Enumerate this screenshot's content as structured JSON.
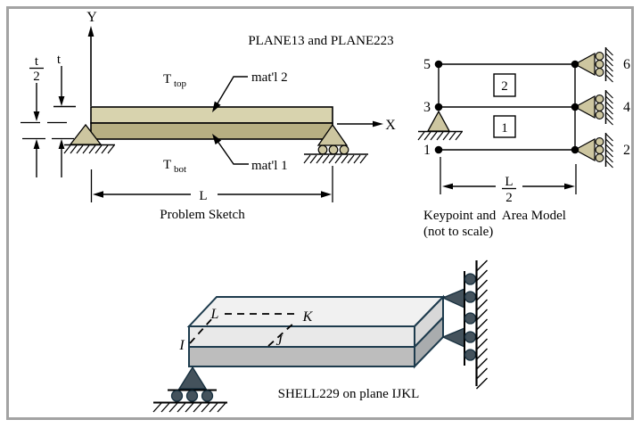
{
  "header": {
    "title": "PLANE13 and PLANE223"
  },
  "problem_sketch": {
    "caption": "Problem Sketch",
    "axis": {
      "x": "X",
      "y": "Y"
    },
    "thickness": {
      "t": "t",
      "half_numerator": "t",
      "half_denominator": "2"
    },
    "temperature": {
      "top_base": "T",
      "top_sub": "top",
      "bottom_base": "T",
      "bottom_sub": "bot"
    },
    "materials": {
      "top": "mat'l 2",
      "bottom": "mat'l 1"
    },
    "length": "L"
  },
  "keypoint_model": {
    "caption": "Keypoint and  Area Model",
    "caption_note": "(not to scale)",
    "left_keypoints": [
      "5",
      "3",
      "1"
    ],
    "right_keypoints": [
      "6",
      "4",
      "2"
    ],
    "area_labels": [
      "2",
      "1"
    ],
    "dimension": {
      "numerator": "L",
      "denominator": "2"
    }
  },
  "shell_model": {
    "caption": "SHELL229 on plane IJKL",
    "corners": {
      "i": "I",
      "j": "J",
      "k": "K",
      "l": "L"
    }
  },
  "colors": {
    "beam_top_layer": "#d8d3ae",
    "beam_bottom_layer": "#b7af82",
    "support_tan": "#cdc6a0",
    "keypoint_dot": "#000000",
    "shell_top_face": "#f1f1f1",
    "shell_front_top": "#e9e9e9",
    "shell_front_bottom": "#bdbdbd",
    "shell_side_top": "#d8d8d8",
    "shell_side_bottom": "#a9acae",
    "support_slate": "#44525c",
    "frame_border": "#a3a3a3"
  }
}
